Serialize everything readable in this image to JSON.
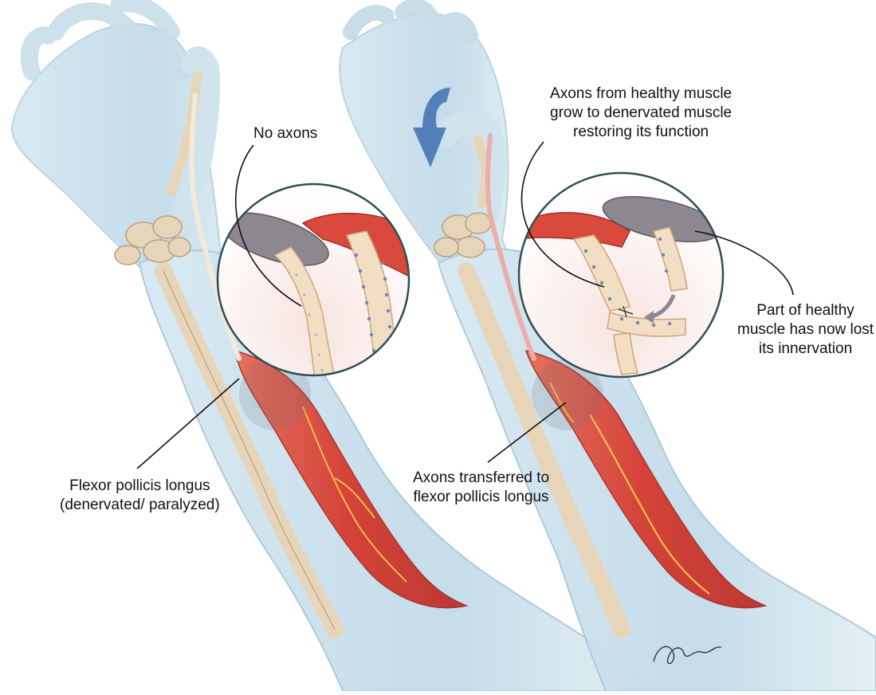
{
  "labels": {
    "no_axons": "No axons",
    "axons_healthy": [
      "Axons from healthy muscle",
      "grow to denervated muscle",
      "restoring its function"
    ],
    "part_healthy": [
      "Part of healthy",
      "muscle has now lost",
      "its innervation"
    ],
    "flexor_denervated": [
      "Flexor pollicis longus",
      "(denervated/ paralyzed)"
    ],
    "axons_transferred": [
      "Axons transferred to",
      "flexor pollicis longus"
    ]
  },
  "signature": "AnnaPerek",
  "colors": {
    "skin": "#cfe3ee",
    "skin_edge": "#a9c8d8",
    "bone": "#e6d3b6",
    "bone_edge": "#b69b78",
    "muscle": "#d94a3c",
    "muscle_dark": "#b9302a",
    "tendon": "#f2ead8",
    "nerve": "#f1b93f",
    "nerve_graft": "#e9aaa6",
    "arrow": "#3d6fb0",
    "circle_stroke": "#2f4f55",
    "gray_muscle": "#8d8790",
    "axon_dot": "#6f86b8",
    "leader": "#111111"
  }
}
